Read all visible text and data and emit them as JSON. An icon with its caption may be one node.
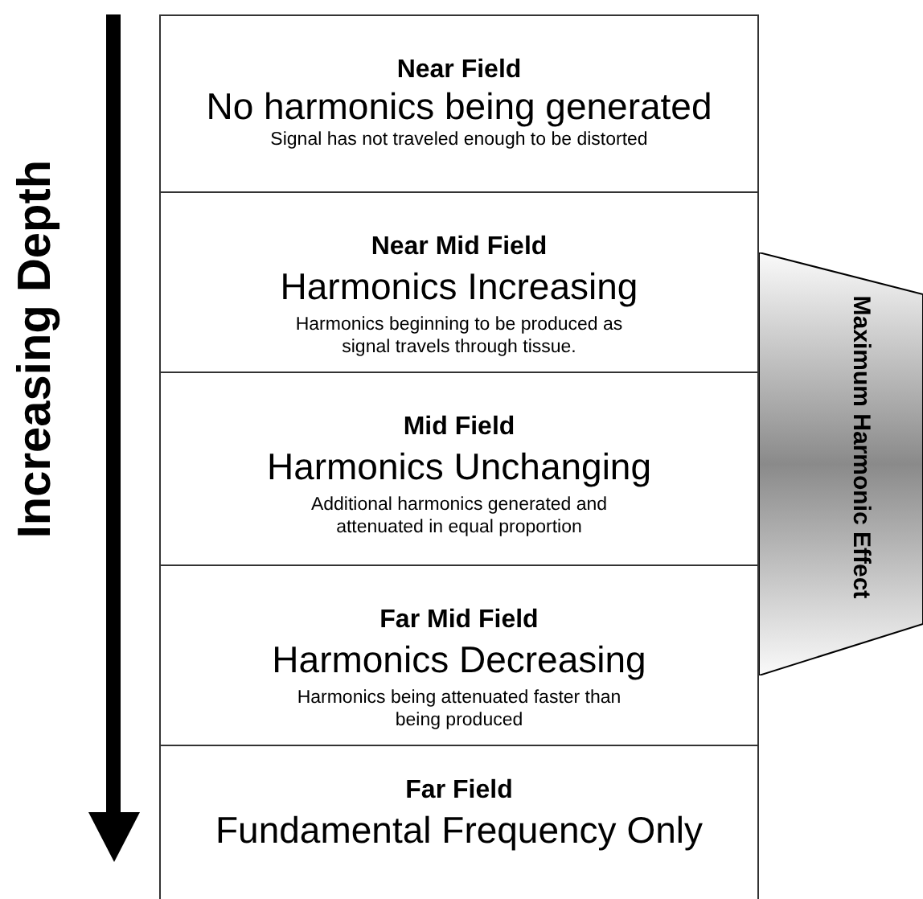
{
  "diagram": {
    "nodes": [
      {
        "text": [
          "Near Field",
          "No harmonics being generated",
          "Signal has not traveled enough to be distorted"
        ]
      },
      {
        "text": [
          "Near Mid Field",
          "Harmonics Increasing",
          "Harmonics beginning to be produced as signal travels through tissue."
        ]
      },
      {
        "text": [
          "Mid Field",
          "Harmonics Unchanging",
          "Additional harmonics generated and attenuated in equal proportion"
        ]
      },
      {
        "text": [
          "Far Mid Field",
          "Harmonics Decreasing",
          "Harmonics being attenuated faster than being produced"
        ]
      },
      {
        "text": [
          "Far Field",
          "Fundamental Frequency Only"
        ]
      },
      {
        "text": [
          "Maximum Harmonic Effect"
        ]
      }
    ],
    "labels": [
      "Increasing Depth"
    ]
  }
}
